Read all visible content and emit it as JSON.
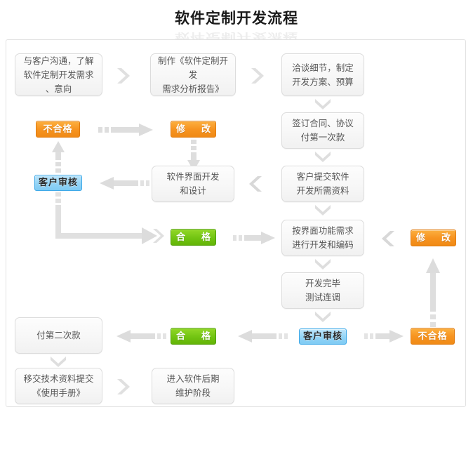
{
  "title": "软件定制开发流程",
  "boxes": {
    "b1": "与客户沟通，了解软件定制开发需求、意向",
    "b2": "制作《软件定制开发需求分析报告》",
    "b3": "洽谈细节，制定开发方案、预算",
    "b4": "签订合同、协议付第一次款",
    "b5": "客户提交软件开发所需资料",
    "b6": "软件界面开发和设计",
    "b7": "按界面功能需求进行开发和编码",
    "b8": "开发完毕测试连调",
    "b9": "付第二次款",
    "b10": "移交技术资料提交《使用手册》",
    "b11": "进入软件后期维护阶段"
  },
  "box_lines": {
    "b1": [
      "与客户沟通，了解",
      "软件定制开发需求",
      "、意向"
    ],
    "b2": [
      "制作《软件定制开发",
      "需求分析报告》"
    ],
    "b3": [
      "洽谈细节，制定",
      "开发方案、预算"
    ],
    "b4": [
      "签订合同、协议",
      "付第一次款"
    ],
    "b5": [
      "客户提交软件",
      "开发所需资料"
    ],
    "b6": [
      "软件界面开发",
      "和设计"
    ],
    "b7": [
      "按界面功能需求",
      "进行开发和编码"
    ],
    "b8": [
      "开发完毕",
      "测试连调"
    ],
    "b9": [
      "付第二次款"
    ],
    "b10": [
      "移交技术资料提交",
      "《使用手册》"
    ],
    "b11": [
      "进入软件后期",
      "维护阶段"
    ]
  },
  "tags": {
    "fail_top": "不合格",
    "modify_top": "修　改",
    "review_left": "客户审核",
    "pass_mid": "合　格",
    "modify_right": "修　改",
    "pass_bottom": "合　格",
    "review_bottom": "客户审核",
    "fail_bottom": "不合格"
  },
  "colors": {
    "orange": "#f79421",
    "orange_border": "#e07b10",
    "green": "#72c412",
    "green_border": "#4d9e00",
    "blue": "#93d4f6",
    "blue_border": "#3fa9e8",
    "arrow_gray": "#dcdcdc",
    "box_border": "#dcdcdc",
    "text_gray": "#555555",
    "panel_border": "#e2e2e2"
  },
  "icons": {
    "chevron_right": "chevron-right-icon",
    "chevron_down": "chevron-down-icon",
    "chevron_left": "chevron-left-icon",
    "arrow_right_dashed": "arrow-right-dashed-icon",
    "arrow_left_dashed": "arrow-left-dashed-icon",
    "arrow_up_dashed": "arrow-up-dashed-icon",
    "arrow_down_dashed": "arrow-down-dashed-icon",
    "elbow_connector": "elbow-connector-icon"
  }
}
